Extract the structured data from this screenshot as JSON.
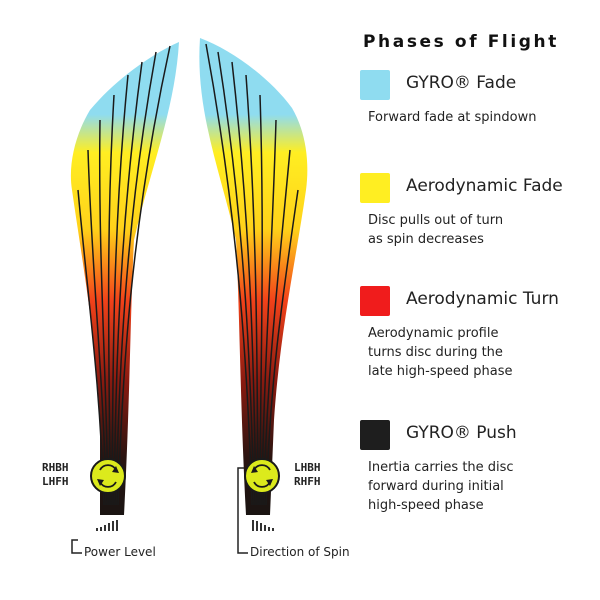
{
  "title": "Phases of Flight",
  "legend": [
    {
      "label": "GYRO® Fade",
      "color": "#8fdcf0",
      "desc": [
        "Forward fade at spindown"
      ]
    },
    {
      "label": "Aerodynamic Fade",
      "color": "#ffee22",
      "desc": [
        "Disc pulls out of turn",
        "as spin decreases"
      ]
    },
    {
      "label": "Aerodynamic Turn",
      "color": "#f01c1c",
      "desc": [
        "Aerodynamic profile",
        "turns disc during the",
        "late high-speed phase"
      ]
    },
    {
      "label": "GYRO® Push",
      "color": "#1e1e1e",
      "desc": [
        "Inertia carries the disc",
        "forward during initial",
        "high-speed phase"
      ]
    }
  ],
  "left_throw": {
    "hands": [
      "RHBH",
      "LHFH"
    ],
    "caption": "Power Level"
  },
  "right_throw": {
    "hands": [
      "LHBH",
      "RHFH"
    ],
    "caption": "Direction of Spin"
  },
  "colors": {
    "disc": "#dcea1c",
    "gyro_fade": "#8fdcf0",
    "aero_fade": "#ffee22",
    "aero_turn": "#f01c1c",
    "gyro_push": "#1e1e1e"
  },
  "icons": [
    "power-level-bars-icon",
    "spin-direction-icon"
  ]
}
